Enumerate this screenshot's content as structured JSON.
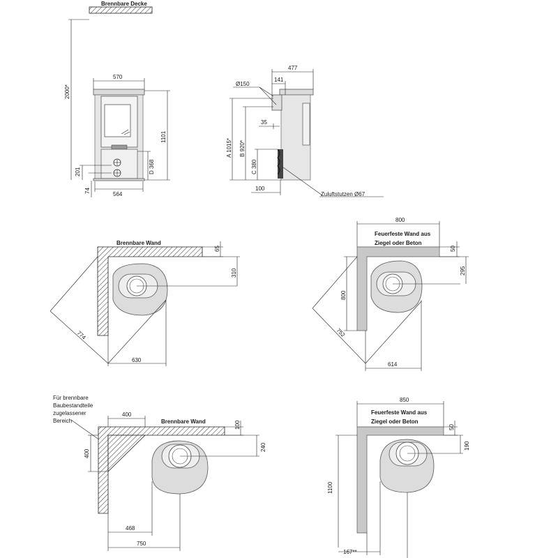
{
  "top": {
    "ceiling_label": "Brennbare Decke",
    "front": {
      "dim_height_total": "2000*",
      "dim_width_top": "570",
      "dim_height_stove": "1101",
      "dim_201": "201",
      "dim_74": "74",
      "dim_width_bottom": "564",
      "dim_d": "D 368"
    },
    "side": {
      "dim_477": "477",
      "dim_141": "141",
      "dim_150": "Ø150",
      "dim_a": "A 1015*",
      "dim_b": "B 920*",
      "dim_35": "35",
      "dim_c": "C 380",
      "dim_100": "100",
      "air_label": "Zuluftstutzen Ø67"
    }
  },
  "mid_left": {
    "wall_label": "Brennbare Wand",
    "dim_65": "65",
    "dim_310": "310",
    "dim_774": "774",
    "dim_630": "630"
  },
  "mid_right": {
    "dim_800_top": "800",
    "wall_label_1": "Feuerfeste Wand aus",
    "wall_label_2": "Ziegel oder Beton",
    "dim_50": "50",
    "dim_295": "295",
    "dim_800_side": "800",
    "dim_752": "752",
    "dim_614": "614"
  },
  "bot_left": {
    "note_1": "Für brennbare",
    "note_2": "Baubestandteile",
    "note_3": "zugelassener",
    "note_4": "Bereich",
    "dim_400_top": "400",
    "wall_label": "Brennbare Wand",
    "dim_100": "100",
    "dim_240": "240",
    "dim_400_side": "400",
    "dim_468": "468",
    "dim_750": "750"
  },
  "bot_right": {
    "dim_850": "850",
    "wall_label_1": "Feuerfeste Wand aus",
    "wall_label_2": "Ziegel oder Beton",
    "dim_50": "50",
    "dim_190": "190",
    "dim_1100": "1100",
    "dim_167": "167**"
  }
}
